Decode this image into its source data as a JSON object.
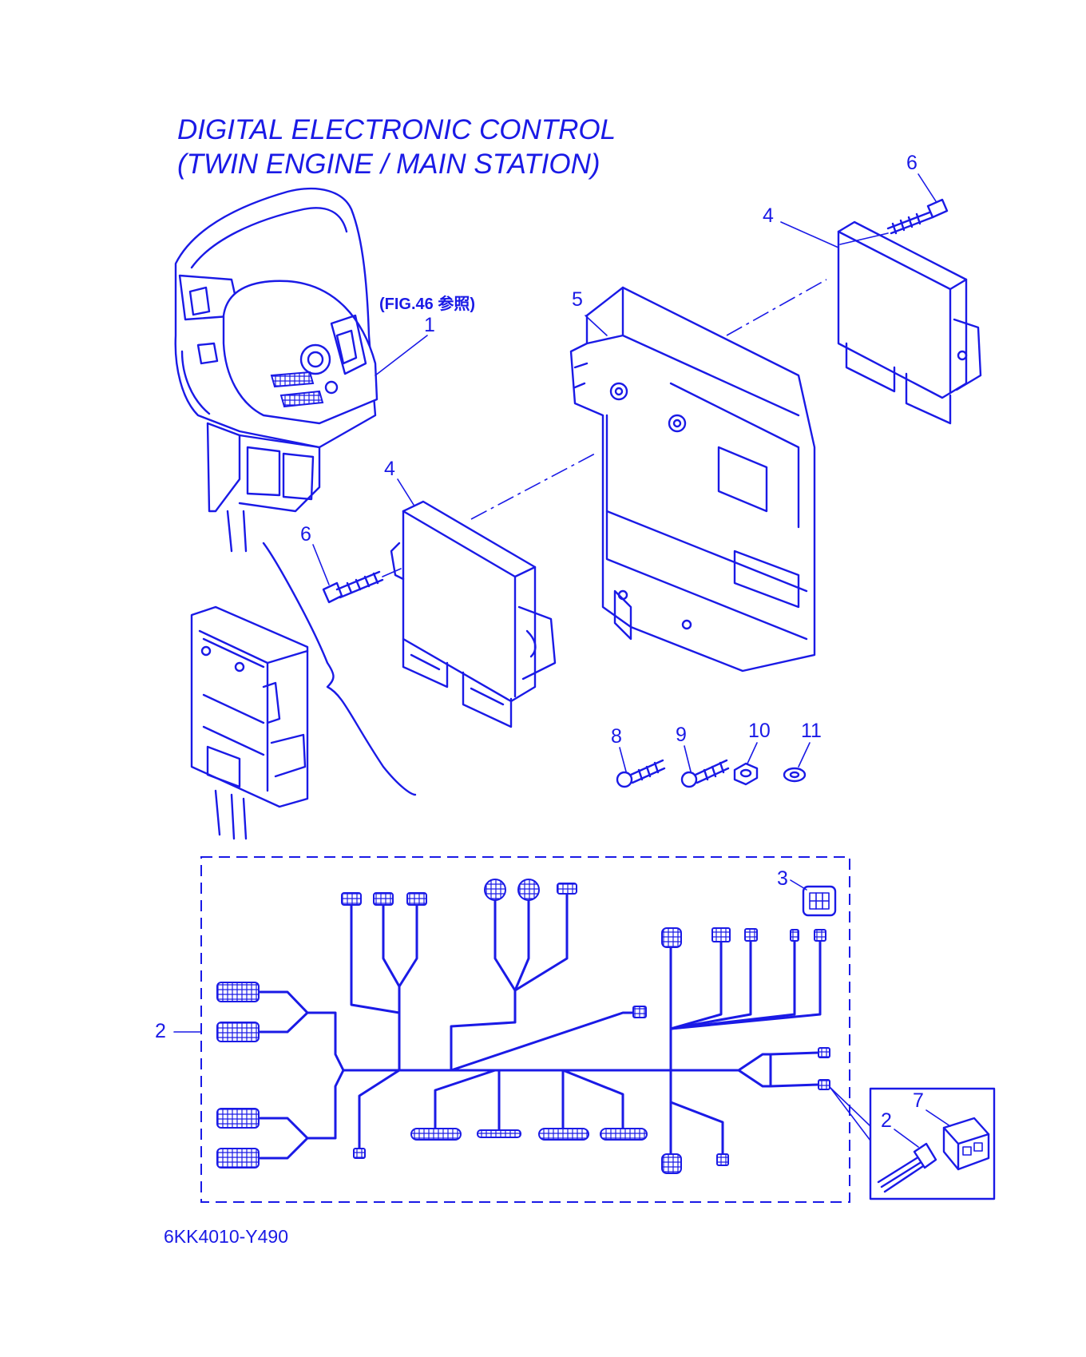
{
  "diagram": {
    "title_line1": "DIGITAL ELECTRONIC CONTROL",
    "title_line2": "(TWIN ENGINE / MAIN STATION)",
    "figure_reference": "(FIG.46 参照)",
    "drawing_code": "6KK4010-Y490",
    "ink_color": "#1a1ae6",
    "background_color": "#ffffff"
  },
  "callouts": {
    "remote_control_box": "1",
    "wire_harness": "2",
    "harness_connector": "2",
    "connector_cap": "3",
    "control_unit_left": "4",
    "control_unit_right": "4",
    "bracket": "5",
    "bolt_right": "6",
    "bolt_left": "6",
    "coupler": "7",
    "screw_8": "8",
    "screw_9": "9",
    "nut": "10",
    "washer": "11"
  }
}
